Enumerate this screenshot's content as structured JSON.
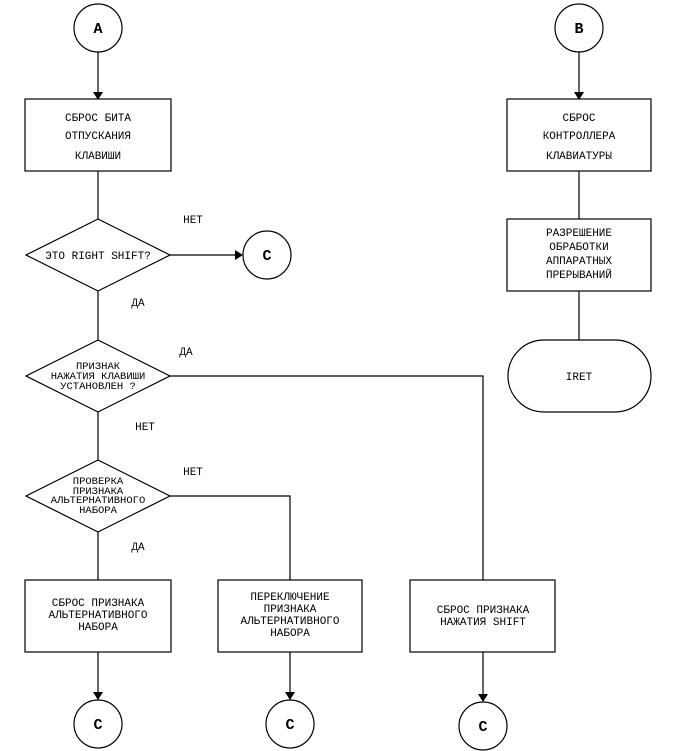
{
  "colors": {
    "stroke": "#000000",
    "background": "#ffffff"
  },
  "connectors": {
    "a_top": "A",
    "b_top": "B",
    "c_right_shift_no": "C",
    "c_bottom_1": "C",
    "c_bottom_2": "C",
    "c_bottom_3": "C"
  },
  "nodes": {
    "reset_release_bit": [
      "СБРОС БИТА",
      "ОТПУСКАНИЯ",
      "КЛАВИШИ"
    ],
    "is_right_shift": [
      "ЭТО RIGHT SHIFT?"
    ],
    "key_press_flag_set": [
      "ПРИЗНАК",
      "НАЖАТИЯ КЛАВИШИ",
      "УСТАНОВЛЕН ?"
    ],
    "check_alt_set_flag": [
      "ПРОВЕРКА",
      "ПРИЗНАКА",
      "АЛЬТЕРНАТИВНОГО",
      "НАБОРА"
    ],
    "reset_alt_set_flag": [
      "СБРОС ПРИЗНАКА",
      "АЛЬТЕРНАТИВНОГО",
      "НАБОРА"
    ],
    "toggle_alt_set_flag": [
      "ПЕРЕКЛЮЧЕНИЕ",
      "ПРИЗНАКА",
      "АЛЬТЕРНАТИВНОГО",
      "НАБОРА"
    ],
    "reset_shift_press_flag": [
      "СБРОС ПРИЗНАКА",
      "НАЖАТИЯ SHIFT"
    ],
    "reset_kbd_controller": [
      "СБРОС",
      "КОНТРОЛЛЕРА",
      "КЛАВИАТУРЫ"
    ],
    "enable_hw_interrupts": [
      "РАЗРЕШЕНИЕ",
      "ОБРАБОТКИ",
      "АППАРАТНЫХ",
      "ПРЕРЫВАНИЙ"
    ],
    "iret": [
      "IRET"
    ]
  },
  "edge_labels": {
    "right_shift_no": "НЕТ",
    "right_shift_yes": "ДА",
    "press_flag_yes": "ДА",
    "press_flag_no": "НЕТ",
    "alt_check_no": "НЕТ",
    "alt_check_yes": "ДА"
  }
}
